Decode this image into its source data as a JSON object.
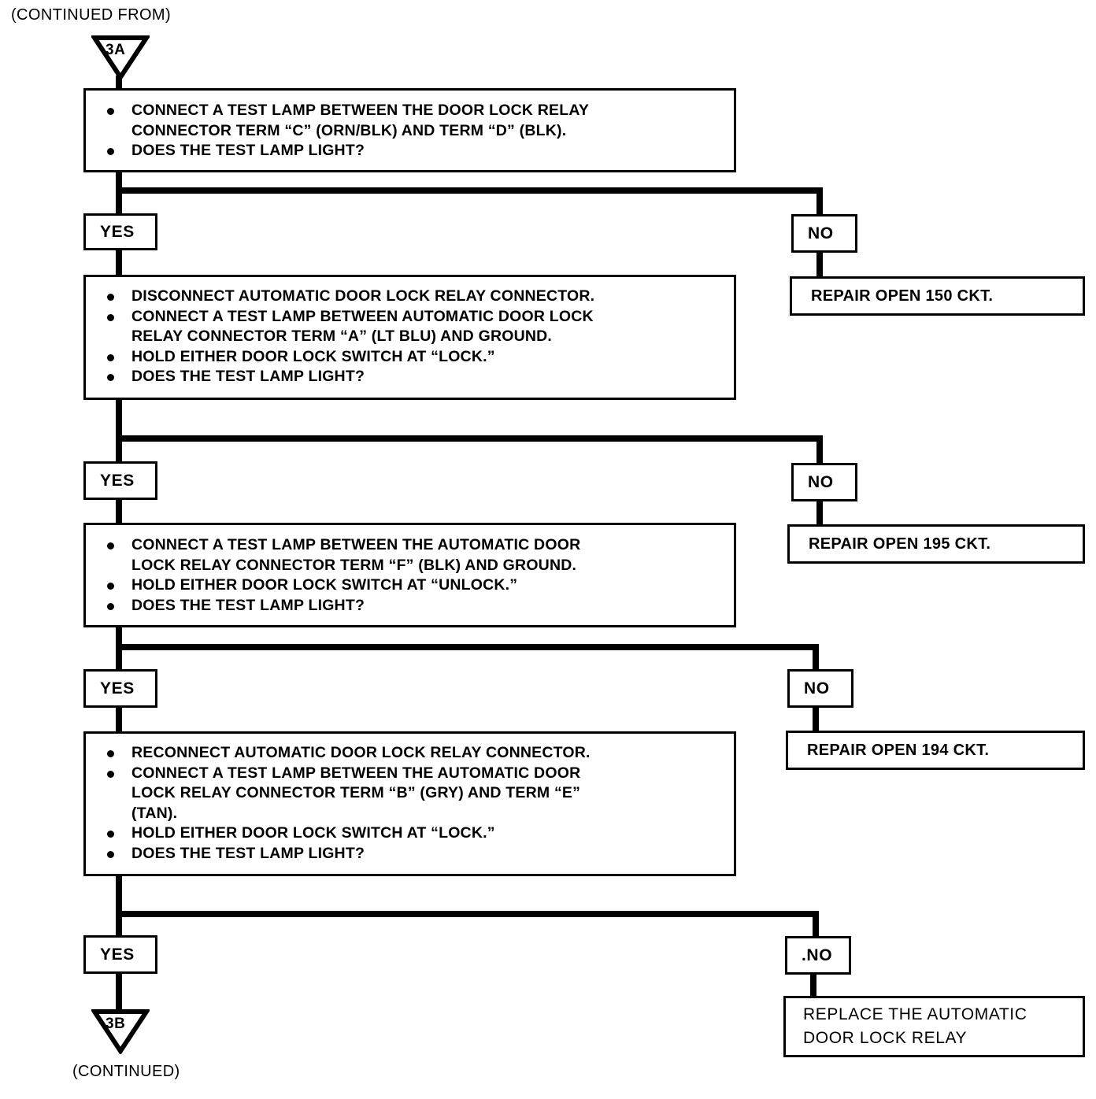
{
  "page": {
    "continued_from_label": "(CONTINUED FROM)",
    "continued_label": "(CONTINUED)",
    "entry_connector": "3A",
    "exit_connector": "3B",
    "line_color": "#000000",
    "background": "#ffffff"
  },
  "steps": [
    {
      "id": "step-1",
      "lines": [
        {
          "bullet": true,
          "text": "CONNECT A TEST LAMP BETWEEN THE DOOR LOCK RELAY"
        },
        {
          "bullet": false,
          "text": "CONNECTOR TERM “C” (ORN/BLK) AND TERM “D” (BLK)."
        },
        {
          "bullet": true,
          "text": "DOES THE TEST LAMP LIGHT?"
        }
      ],
      "yes_label": "YES",
      "no_label": "NO",
      "no_result": "REPAIR OPEN 150 CKT."
    },
    {
      "id": "step-2",
      "lines": [
        {
          "bullet": true,
          "text": "DISCONNECT AUTOMATIC DOOR LOCK RELAY CONNECTOR."
        },
        {
          "bullet": true,
          "text": "CONNECT A TEST LAMP BETWEEN AUTOMATIC DOOR LOCK"
        },
        {
          "bullet": false,
          "text": "RELAY CONNECTOR TERM “A” (LT BLU) AND GROUND."
        },
        {
          "bullet": true,
          "text": "HOLD EITHER DOOR LOCK SWITCH AT “LOCK.”"
        },
        {
          "bullet": true,
          "text": "DOES THE TEST LAMP LIGHT?"
        }
      ],
      "yes_label": "YES",
      "no_label": "NO",
      "no_result": "REPAIR OPEN 195 CKT."
    },
    {
      "id": "step-3",
      "lines": [
        {
          "bullet": true,
          "text": "CONNECT A TEST LAMP BETWEEN THE AUTOMATIC DOOR"
        },
        {
          "bullet": false,
          "text": "LOCK RELAY CONNECTOR TERM “F” (BLK) AND GROUND."
        },
        {
          "bullet": true,
          "text": "HOLD EITHER DOOR LOCK SWITCH AT “UNLOCK.”"
        },
        {
          "bullet": true,
          "text": "DOES THE TEST LAMP LIGHT?"
        }
      ],
      "yes_label": "YES",
      "no_label": "NO",
      "no_result": "REPAIR OPEN 194 CKT."
    },
    {
      "id": "step-4",
      "lines": [
        {
          "bullet": true,
          "text": "RECONNECT AUTOMATIC DOOR LOCK RELAY CONNECTOR."
        },
        {
          "bullet": true,
          "text": "CONNECT A TEST LAMP BETWEEN THE AUTOMATIC DOOR"
        },
        {
          "bullet": false,
          "text": "LOCK RELAY CONNECTOR TERM “B” (GRY) AND TERM “E”"
        },
        {
          "bullet": false,
          "text": "(TAN)."
        },
        {
          "bullet": true,
          "text": "HOLD EITHER DOOR LOCK SWITCH AT “LOCK.”"
        },
        {
          "bullet": true,
          "text": "DOES THE TEST LAMP LIGHT?"
        }
      ],
      "yes_label": "YES",
      "no_label": ".NO",
      "no_result_line1": "REPLACE THE AUTOMATIC",
      "no_result_line2": "DOOR LOCK RELAY"
    }
  ]
}
